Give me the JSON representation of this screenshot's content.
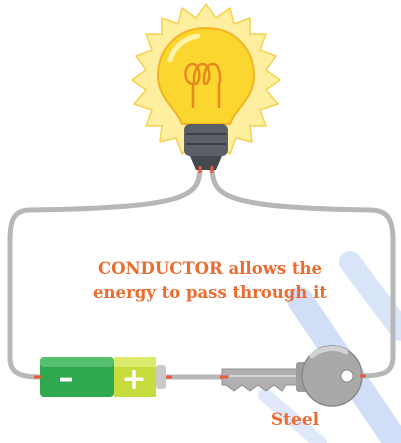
{
  "caption": {
    "line1": "CONDUCTOR allows the",
    "line2": "energy to pass through it"
  },
  "material_label": "Steel",
  "colors": {
    "wire": "#b7b7b7",
    "accent": "#ee6a2f",
    "bulb_glass": "#fbd62e",
    "bulb_glow": "#fdeea0",
    "battery_green": "#2fa84f",
    "battery_lime": "#c6dc3c",
    "key_metal": "#a8a8a8"
  },
  "battery": {
    "negative_symbol": "–",
    "positive_symbol": "+"
  },
  "icons": [
    "light-bulb-icon",
    "battery-icon",
    "key-icon"
  ]
}
